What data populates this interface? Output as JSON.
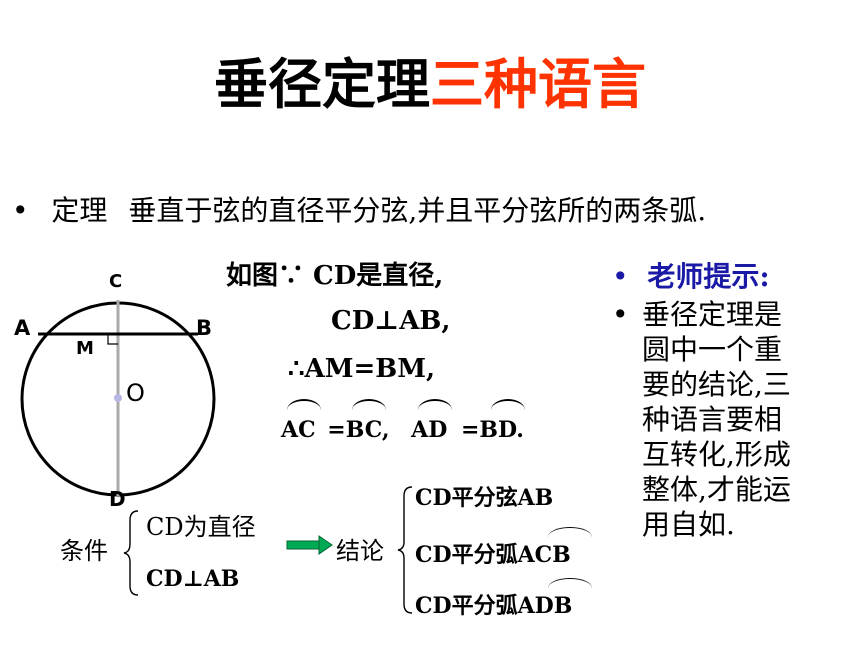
{
  "title": {
    "black": "垂径定理",
    "red": "三种语言"
  },
  "theorem": {
    "bullet": "•",
    "label": "定理",
    "text": "垂直于弦的直径平分弦,并且平分弦所的两条弧."
  },
  "diagram": {
    "labels": {
      "c": "C",
      "a": "A",
      "b": "B",
      "m": "M",
      "o": "O",
      "d": "D"
    }
  },
  "proof": {
    "line1": "如图∵ CD是直径,",
    "line2": "CD⊥AB,",
    "line3": "∴AM=BM,",
    "arc1": "AC",
    "eq1": "=BC,",
    "arc2": "AD",
    "eq2": "=BD."
  },
  "hint": {
    "bullet": "•",
    "title": "老师提示:",
    "lines": [
      "垂径定理是",
      "圆中一个重",
      "要的结论,三",
      "种语言要相",
      "互转化,形成",
      "整体,才能运",
      "用自如."
    ]
  },
  "condition": {
    "label": "条件",
    "items": [
      "CD为直径",
      "CD⊥AB"
    ]
  },
  "conclusion": {
    "label": "结论",
    "items": [
      "CD平分弦AB",
      "CD平分弧ACB",
      "CD平分弧ADB"
    ]
  },
  "colors": {
    "title_red": "#ff3300",
    "hint_blue": "#1a1aa6",
    "arrow_green": "#00aa55"
  }
}
